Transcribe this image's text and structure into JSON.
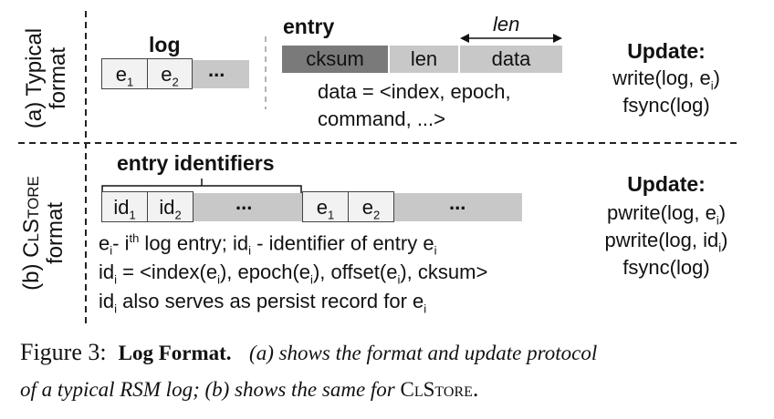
{
  "panel_a": {
    "side_line1": "(a) Typical",
    "side_line2": "format",
    "log_title": "log",
    "log_e": "e",
    "log_sub1": "1",
    "log_sub2": "2",
    "ellipsis": "...",
    "entry_title": "entry",
    "len_label": "len",
    "cksum": "cksum",
    "len": "len",
    "data": "data",
    "data_line1": "data = <index, epoch,",
    "data_line2": "command, ...>",
    "update_title": "Update:",
    "update_line1_a": "write(log, e",
    "update_line1_sub": "i",
    "update_line1_b": ")",
    "update_line2": "fsync(log)"
  },
  "panel_b": {
    "side_line1_prefix": "(b) ",
    "side_line1_name": "ClStore",
    "side_line2": "format",
    "identifiers_title": "entry identifiers",
    "id_label": "id",
    "id_sub1": "1",
    "id_sub2": "2",
    "ellipsis": "...",
    "e_label": "e",
    "e_sub1": "1",
    "e_sub2": "2",
    "def1": {
      "e": "e",
      "sub": "i",
      "dash": "- i",
      "sup": "th",
      "rest": " log entry; id",
      "sub2": "i",
      "rest2": " - identifier of entry e",
      "sub3": "i"
    },
    "def2": {
      "a": "id",
      "s1": "i",
      "b": " = <index(e",
      "s2": "i",
      "c": "), epoch(e",
      "s3": "i",
      "d": "), offset(e",
      "s4": "i",
      "e": "), cksum>"
    },
    "def3": {
      "a": "id",
      "s1": "i",
      "b": " also serves as persist record for e",
      "s2": "i"
    },
    "update_title": "Update:",
    "update_line1_a": "pwrite(log, e",
    "update_line1_sub": "i",
    "update_line1_b": ")",
    "update_line2_a": "pwrite(log, id",
    "update_line2_sub": "i",
    "update_line2_b": ")",
    "update_line3": "fsync(log)"
  },
  "caption": {
    "figure": "Figure 3:",
    "title": "Log Format.",
    "text1": "(a) shows the format and update protocol",
    "text2a": "of a typical RSM log; (b) shows the same for ",
    "text2_name": "ClStore",
    "text2b": "."
  },
  "colors": {
    "cksum_fill": "#7a7a7a",
    "gray_fill": "#c8c8c8",
    "cell_fill": "#f2f2f2"
  }
}
